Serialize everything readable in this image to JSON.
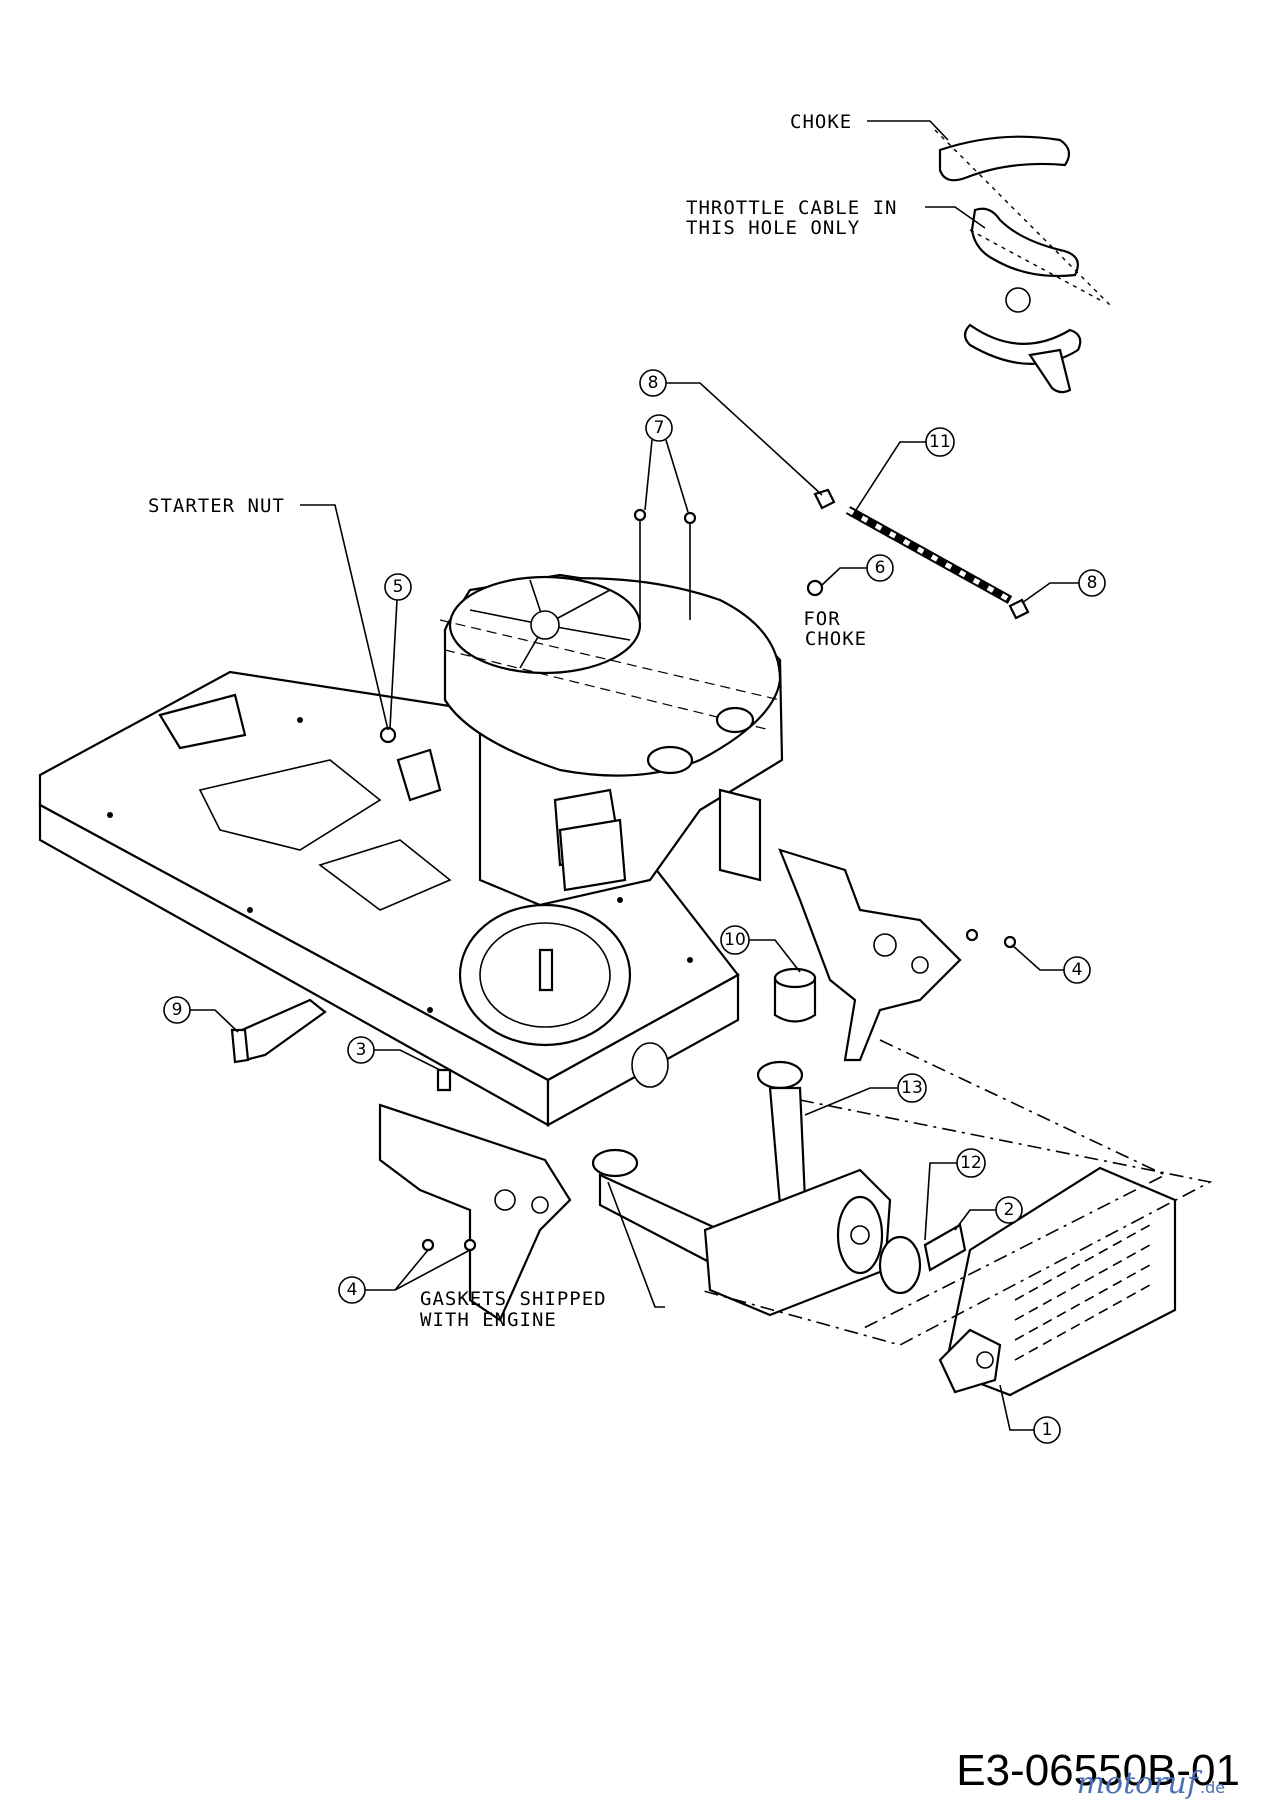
{
  "labels": {
    "choke": "CHOKE",
    "throttle_line1": "THROTTLE CABLE IN",
    "throttle_line2": "THIS HOLE ONLY",
    "starter_nut": "STARTER NUT",
    "for_choke_line1": "FOR",
    "for_choke_line2": "CHOKE",
    "gaskets_line1": "GASKETS SHIPPED",
    "gaskets_line2": "WITH ENGINE"
  },
  "callouts": [
    "1",
    "2",
    "3",
    "4",
    "4",
    "5",
    "6",
    "7",
    "8",
    "8",
    "9",
    "10",
    "11",
    "12",
    "13"
  ],
  "diagram_code": "E3-06550B-01",
  "watermark": {
    "text_main": "motoruf",
    "text_suffix": ".de",
    "color": "#4a6fb5"
  }
}
